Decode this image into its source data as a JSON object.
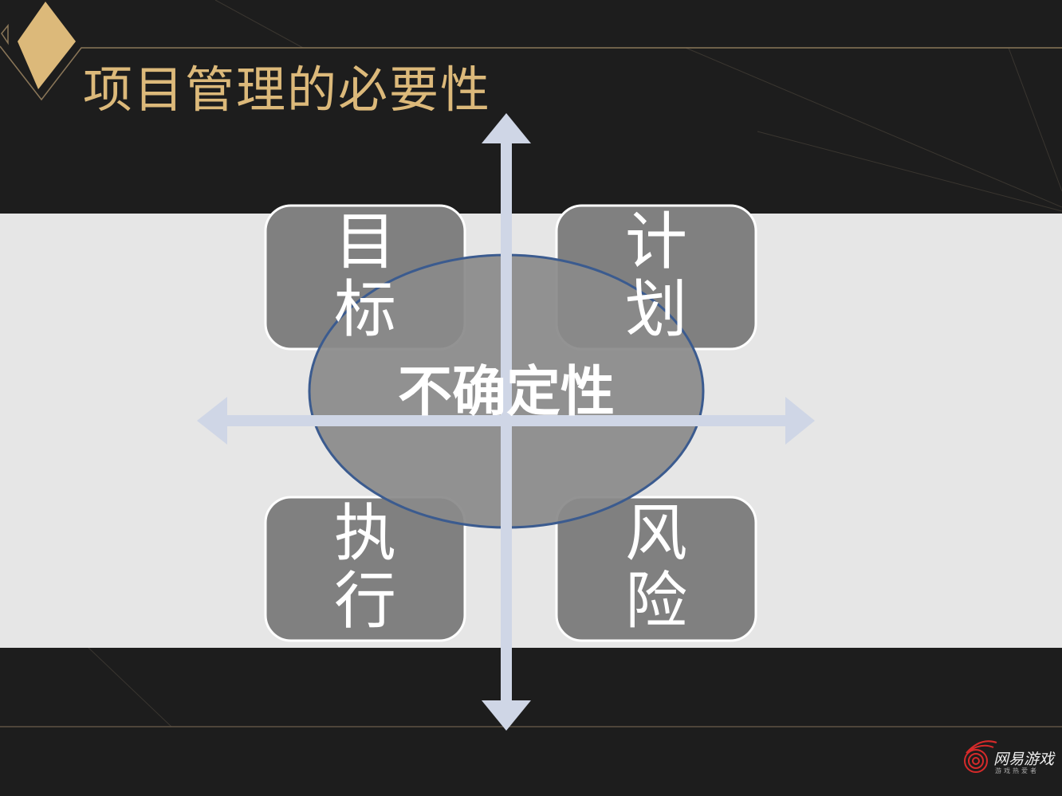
{
  "slide": {
    "title": "项目管理的必要性",
    "center_label": "不确定性",
    "quadrants": [
      {
        "label_line1": "目",
        "label_line2": "标"
      },
      {
        "label_line1": "计",
        "label_line2": "划"
      },
      {
        "label_line1": "执",
        "label_line2": "行"
      },
      {
        "label_line1": "风",
        "label_line2": "险"
      }
    ]
  },
  "logo": {
    "name": "网易游戏",
    "tagline": "游戏热爱者"
  },
  "colors": {
    "background": "#1d1d1d",
    "band": "#e6e6e6",
    "title_gold": "#dcb97a",
    "box_fill": "#808080",
    "ellipse_stroke": "#3b5b8f",
    "arrow": "#cfd6e6",
    "logo_red": "#d62a2a"
  }
}
